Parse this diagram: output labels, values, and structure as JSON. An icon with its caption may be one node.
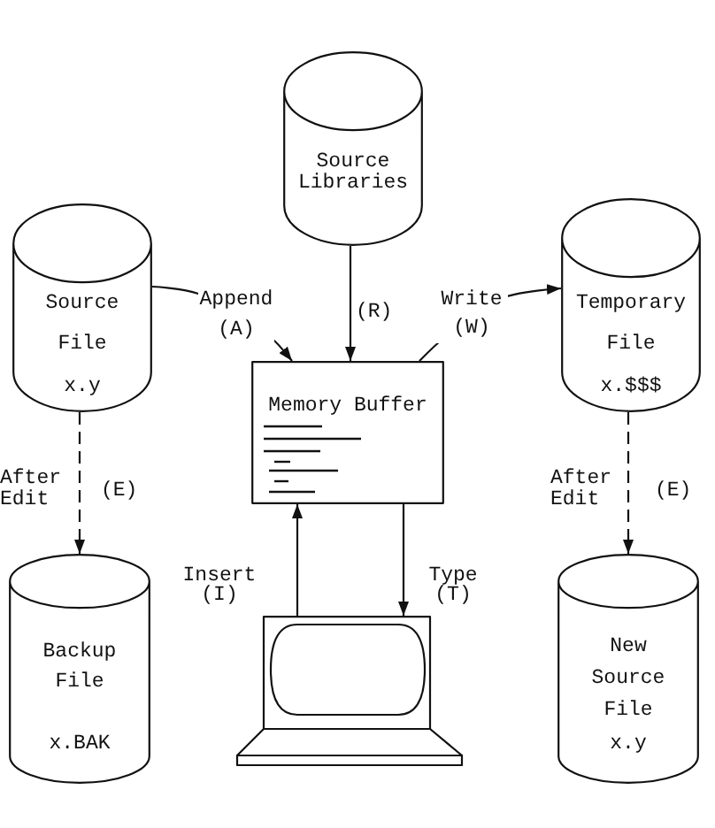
{
  "diagram": {
    "nodes": [
      {
        "text": [
          "Source Libraries"
        ]
      },
      {
        "text": [
          "Source File",
          "x.y"
        ]
      },
      {
        "text": [
          "Temporary File",
          "x.$$$"
        ]
      },
      {
        "text": [
          "Memory Buffer"
        ]
      },
      {
        "text": [
          "Backup File",
          "x.BAK"
        ]
      },
      {
        "text": [],
        "shape": "picture"
      },
      {
        "text": [
          "New Source File",
          "x.y"
        ]
      }
    ],
    "edges": [
      {
        "from": 1,
        "to": 3,
        "arrow": "to",
        "label": "Append (A)"
      },
      {
        "from": 0,
        "to": 3,
        "arrow": "to",
        "label": "(R)"
      },
      {
        "from": 3,
        "to": 2,
        "arrow": "to",
        "label": "Write (W)"
      },
      {
        "from": 1,
        "to": 4,
        "arrow": "to",
        "label": "After Edit",
        "style": "dashed"
      },
      {
        "from": 2,
        "to": 6,
        "arrow": "to",
        "label": "After Edit",
        "style": "dashed"
      },
      {
        "from": 5,
        "to": 3,
        "arrow": "to",
        "label": "Insert (I)"
      },
      {
        "from": 3,
        "to": 5,
        "arrow": "to",
        "label": "Type (T)"
      }
    ],
    "labels": [
      "(E)",
      "(E)"
    ]
  }
}
